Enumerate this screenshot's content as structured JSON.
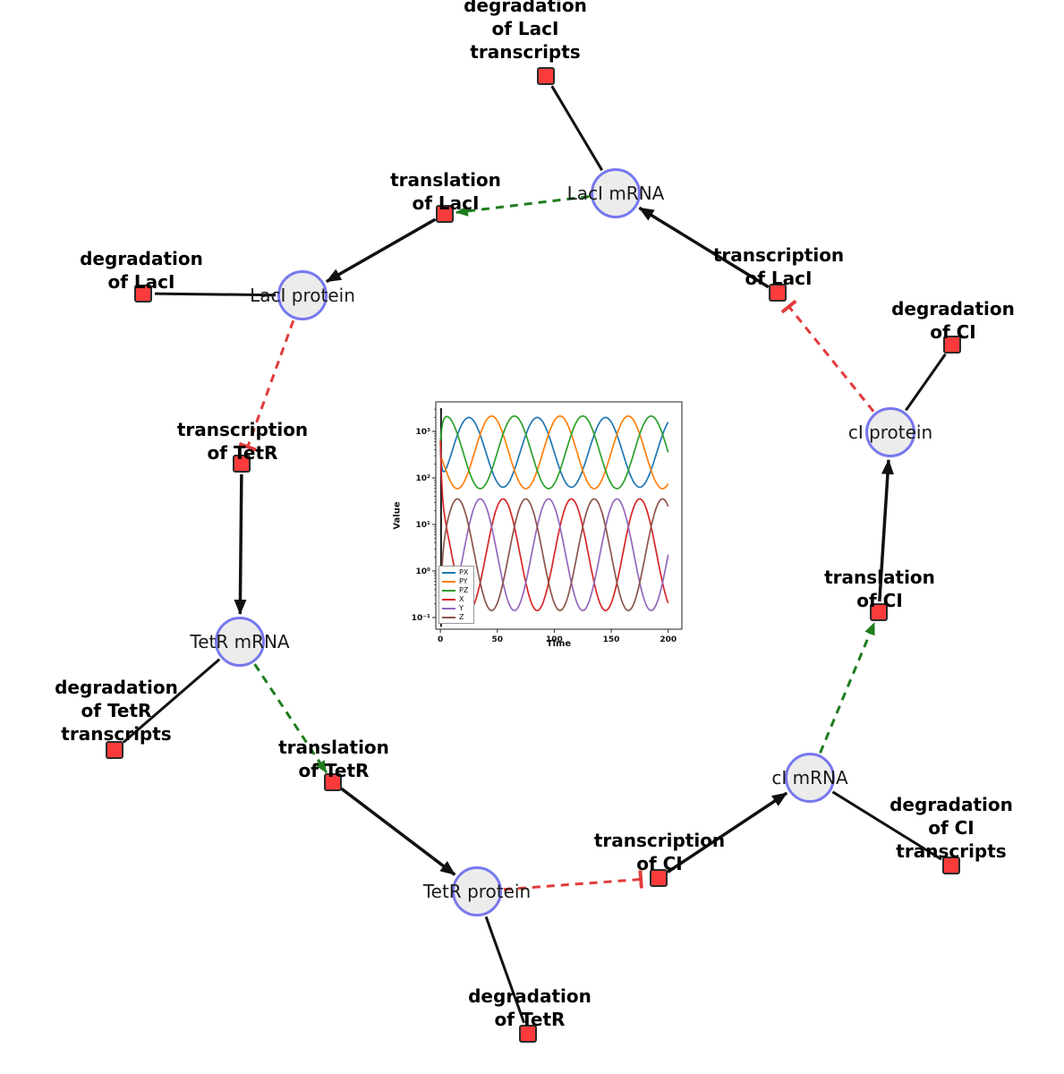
{
  "diagram": {
    "species_style": {
      "fill": "#ececec",
      "border": "#7778ee"
    },
    "reaction_style": {
      "fill": "#fb3b3b",
      "border": "#2b2b2b"
    },
    "edge_colors": {
      "production": "#111111",
      "consumption": "#111111",
      "modifier": "#1e7d1e",
      "inhibition": "#e23b3b"
    },
    "species": [
      {
        "id": "laci_mrna",
        "label": "LacI mRNA"
      },
      {
        "id": "laci_protein",
        "label": "LacI protein"
      },
      {
        "id": "tetr_mrna",
        "label": "TetR mRNA"
      },
      {
        "id": "tetr_protein",
        "label": "TetR protein"
      },
      {
        "id": "ci_mrna",
        "label": "cI mRNA"
      },
      {
        "id": "ci_protein",
        "label": "cI protein"
      }
    ],
    "reactions": [
      {
        "id": "deg_laci_tx",
        "label": "degradation of LacI\ntranscripts"
      },
      {
        "id": "transl_laci",
        "label": "translation of LacI"
      },
      {
        "id": "txn_laci",
        "label": "transcription of LacI"
      },
      {
        "id": "deg_laci",
        "label": "degradation of LacI"
      },
      {
        "id": "deg_ci",
        "label": "degradation of CI"
      },
      {
        "id": "txn_tetr",
        "label": "transcription of TetR"
      },
      {
        "id": "transl_ci",
        "label": "translation of CI"
      },
      {
        "id": "deg_tetr_tx",
        "label": "degradation of TetR\ntranscripts"
      },
      {
        "id": "transl_tetr",
        "label": "translation of TetR"
      },
      {
        "id": "deg_ci_tx",
        "label": "degradation of CI\ntranscripts"
      },
      {
        "id": "txn_ci",
        "label": "transcription of CI"
      },
      {
        "id": "deg_tetr",
        "label": "degradation of TetR"
      }
    ],
    "edges": [
      {
        "from": "laci_mrna",
        "to": "deg_laci_tx",
        "type": "consumption"
      },
      {
        "from": "txn_laci",
        "to": "laci_mrna",
        "type": "production"
      },
      {
        "from": "laci_mrna",
        "to": "transl_laci",
        "type": "modifier"
      },
      {
        "from": "transl_laci",
        "to": "laci_protein",
        "type": "production"
      },
      {
        "from": "laci_protein",
        "to": "deg_laci",
        "type": "consumption"
      },
      {
        "from": "laci_protein",
        "to": "txn_tetr",
        "type": "inhibition"
      },
      {
        "from": "txn_tetr",
        "to": "tetr_mrna",
        "type": "production"
      },
      {
        "from": "tetr_mrna",
        "to": "deg_tetr_tx",
        "type": "consumption"
      },
      {
        "from": "tetr_mrna",
        "to": "transl_tetr",
        "type": "modifier"
      },
      {
        "from": "transl_tetr",
        "to": "tetr_protein",
        "type": "production"
      },
      {
        "from": "tetr_protein",
        "to": "deg_tetr",
        "type": "consumption"
      },
      {
        "from": "tetr_protein",
        "to": "txn_ci",
        "type": "inhibition"
      },
      {
        "from": "txn_ci",
        "to": "ci_mrna",
        "type": "production"
      },
      {
        "from": "ci_mrna",
        "to": "deg_ci_tx",
        "type": "consumption"
      },
      {
        "from": "ci_mrna",
        "to": "transl_ci",
        "type": "modifier"
      },
      {
        "from": "transl_ci",
        "to": "ci_protein",
        "type": "production"
      },
      {
        "from": "ci_protein",
        "to": "deg_ci",
        "type": "consumption"
      },
      {
        "from": "ci_protein",
        "to": "txn_laci",
        "type": "inhibition"
      }
    ]
  },
  "chart_data": {
    "type": "line",
    "title": "",
    "xlabel": "Time",
    "ylabel": "Value",
    "x_ticks": [
      0,
      50,
      100,
      150,
      200
    ],
    "y_tick_logs": [
      3,
      2,
      1,
      0,
      -1
    ],
    "y_tick_labels": [
      "10³",
      "10²",
      "10¹",
      "10⁰",
      "10⁻¹"
    ],
    "y_scale": "log10",
    "xlim": [
      0,
      200
    ],
    "ylim_log10": [
      -1.25,
      3.6
    ],
    "grid": false,
    "legend_position": "lower left",
    "startup_spike": true,
    "series": [
      {
        "name": "PX",
        "color": "#1f77b4",
        "kind": "protein",
        "log10_base": 2.55,
        "log10_amp": 0.75,
        "period": 60,
        "peak_t": 25,
        "init_log10": 2.6
      },
      {
        "name": "PY",
        "color": "#ff7f0e",
        "kind": "protein",
        "log10_base": 2.55,
        "log10_amp": 0.78,
        "period": 60,
        "peak_t": 45,
        "init_log10": 2.45
      },
      {
        "name": "PZ",
        "color": "#2ca02c",
        "kind": "protein",
        "log10_base": 2.55,
        "log10_amp": 0.78,
        "period": 60,
        "peak_t": 65,
        "init_log10": 2.75
      },
      {
        "name": "X",
        "color": "#d62728",
        "kind": "mRNA",
        "log10_base": 0.35,
        "log10_amp": 1.2,
        "period": 60,
        "peak_t": 55,
        "init_log10": 2.8
      },
      {
        "name": "Y",
        "color": "#9467bd",
        "kind": "mRNA",
        "log10_base": 0.35,
        "log10_amp": 1.2,
        "period": 60,
        "peak_t": 35,
        "init_log10": -1.0
      },
      {
        "name": "Z",
        "color": "#8c564b",
        "kind": "mRNA",
        "log10_base": 0.35,
        "log10_amp": 1.2,
        "period": 60,
        "peak_t": 15,
        "init_log10": -1.0
      }
    ]
  }
}
